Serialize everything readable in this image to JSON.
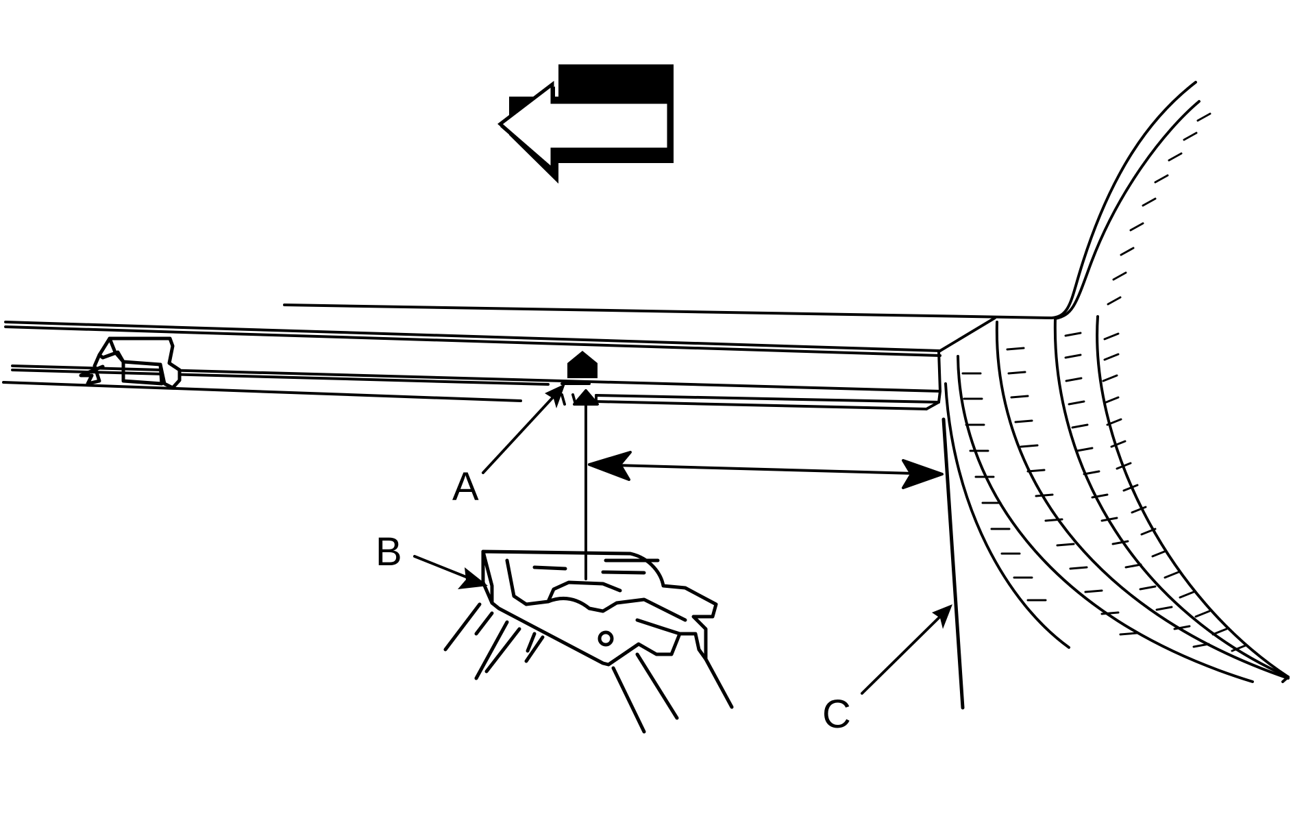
{
  "diagram": {
    "direction_indicator": "left",
    "callouts": [
      {
        "id": "A",
        "label": "A"
      },
      {
        "id": "B",
        "label": "B"
      },
      {
        "id": "C",
        "label": "C"
      }
    ]
  }
}
